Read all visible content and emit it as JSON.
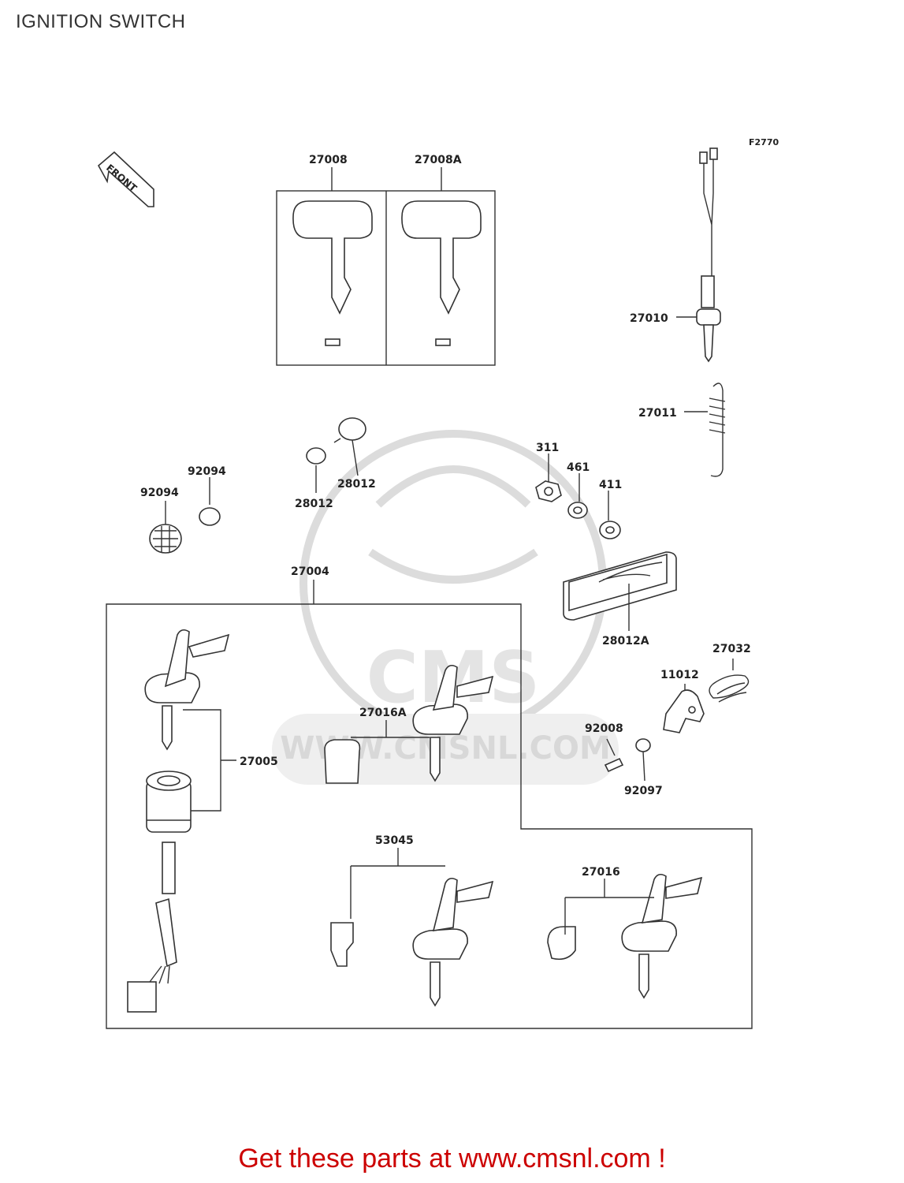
{
  "page": {
    "title": "IGNITION SWITCH",
    "cta": "Get these parts at www.cmsnl.com !"
  },
  "diagram": {
    "code": "F2770",
    "front_label": "FRONT",
    "watermark": {
      "brand": "CMS",
      "url": "WWW.CMSNL.COM"
    },
    "parts": [
      {
        "id": "p1",
        "label": "27008"
      },
      {
        "id": "p2",
        "label": "27008A"
      },
      {
        "id": "p3",
        "label": "27010"
      },
      {
        "id": "p4",
        "label": "27011"
      },
      {
        "id": "p5",
        "label": "311"
      },
      {
        "id": "p6",
        "label": "461"
      },
      {
        "id": "p7",
        "label": "411"
      },
      {
        "id": "p8",
        "label": "92094"
      },
      {
        "id": "p9",
        "label": "28012"
      },
      {
        "id": "p10",
        "label": "92094"
      },
      {
        "id": "p11",
        "label": "28012"
      },
      {
        "id": "p12",
        "label": "27004"
      },
      {
        "id": "p13",
        "label": "28012A"
      },
      {
        "id": "p14",
        "label": "27032"
      },
      {
        "id": "p15",
        "label": "11012"
      },
      {
        "id": "p16",
        "label": "27016A"
      },
      {
        "id": "p17",
        "label": "92008"
      },
      {
        "id": "p18",
        "label": "27005"
      },
      {
        "id": "p19",
        "label": "92097"
      },
      {
        "id": "p20",
        "label": "53045"
      },
      {
        "id": "p21",
        "label": "27016"
      }
    ]
  }
}
